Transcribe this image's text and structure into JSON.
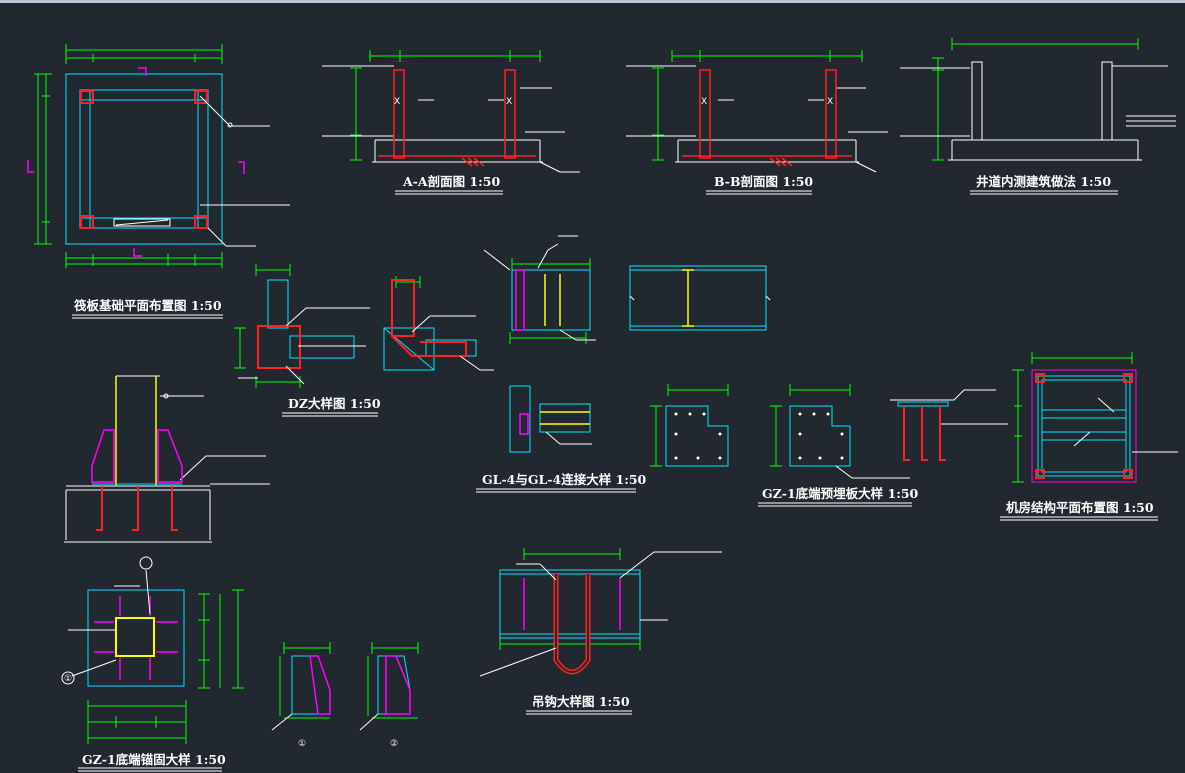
{
  "canvas": {
    "background": "#212830"
  },
  "colors": {
    "dim": "#00ff00",
    "cyan": "#00e5ff",
    "red": "#ff2020",
    "white": "#ffffff",
    "magenta": "#ff00ff",
    "yellow": "#ffff00"
  },
  "titles": {
    "raft_plan": "筏板基础平面布置图 1:50",
    "section_aa": "A-A剖面图 1:50",
    "section_bb": "B-B剖面图 1:50",
    "shaft_wall": "井道内测建筑做法 1:50",
    "dz_detail": "DZ大样图 1:50",
    "gl4_conn": "GL-4与GL-4连接大样 1:50",
    "gz1_plate": "GZ-1底端预埋板大样 1:50",
    "machine_room": "机房结构平面布置图 1:50",
    "hook": "吊钩大样图 1:50",
    "gz1_anchor": "GZ-1底端锚固大样 1:50"
  },
  "markers": {
    "one": "①",
    "two": "②"
  }
}
